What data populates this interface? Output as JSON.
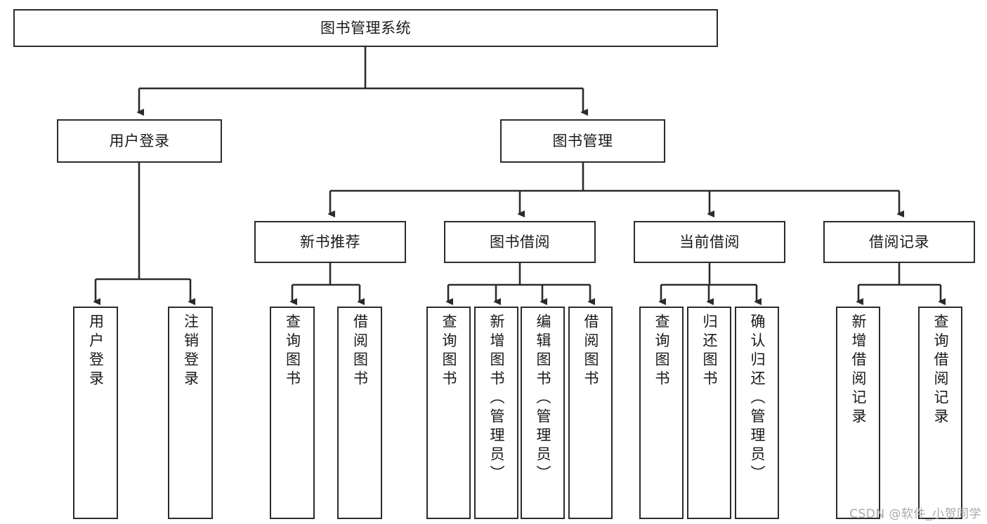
{
  "diagram": {
    "title": "图书管理系统",
    "type": "tree-hierarchy-chart",
    "colors": {
      "border": "#2b2b2b",
      "background": "#ffffff",
      "text": "#1a1a1a",
      "watermark": "#a8a8a8"
    },
    "root": {
      "label": "图书管理系统"
    },
    "level1": [
      {
        "label": "用户登录"
      },
      {
        "label": "图书管理"
      }
    ],
    "level2": [
      {
        "label": "新书推荐"
      },
      {
        "label": "图书借阅"
      },
      {
        "label": "当前借阅"
      },
      {
        "label": "借阅记录"
      }
    ],
    "leaves": {
      "user_login": [
        {
          "label": "用户登录"
        },
        {
          "label": "注销登录"
        }
      ],
      "new_book_recommend": [
        {
          "label": "查询图书"
        },
        {
          "label": "借阅图书"
        }
      ],
      "book_borrow": [
        {
          "label": "查询图书"
        },
        {
          "label": "新增图书（管理员）"
        },
        {
          "label": "编辑图书（管理员）"
        },
        {
          "label": "借阅图书"
        }
      ],
      "current_borrow": [
        {
          "label": "查询图书"
        },
        {
          "label": "归还图书"
        },
        {
          "label": "确认归还（管理员）"
        }
      ],
      "borrow_record": [
        {
          "label": "新增借阅记录"
        },
        {
          "label": "查询借阅记录"
        }
      ]
    }
  },
  "watermark": {
    "text": "CSDN @软件_小贺同学"
  }
}
